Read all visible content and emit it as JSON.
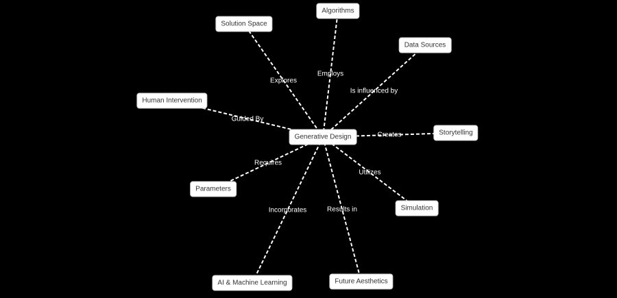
{
  "center": {
    "id": "gd",
    "label": "Generative Design"
  },
  "nodes": [
    {
      "id": "ss",
      "label": "Solution Space",
      "edge": "Explores"
    },
    {
      "id": "al",
      "label": "Algorithms",
      "edge": "Employs"
    },
    {
      "id": "ds",
      "label": "Data Sources",
      "edge": "Is influenced by"
    },
    {
      "id": "hi",
      "label": "Human Intervention",
      "edge": "Guided By"
    },
    {
      "id": "st",
      "label": "Storytelling",
      "edge": "Creates"
    },
    {
      "id": "pa",
      "label": "Parameters",
      "edge": "Requires"
    },
    {
      "id": "si",
      "label": "Simulation",
      "edge": "Utilizes"
    },
    {
      "id": "ai",
      "label": "AI & Machine Learning",
      "edge": "Incorporates"
    },
    {
      "id": "fa",
      "label": "Future Aesthetics",
      "edge": "Results in"
    }
  ],
  "colors": {
    "background": "#000000",
    "edge": "#ffffff",
    "node": "#ffffff",
    "node_text": "#333333"
  }
}
